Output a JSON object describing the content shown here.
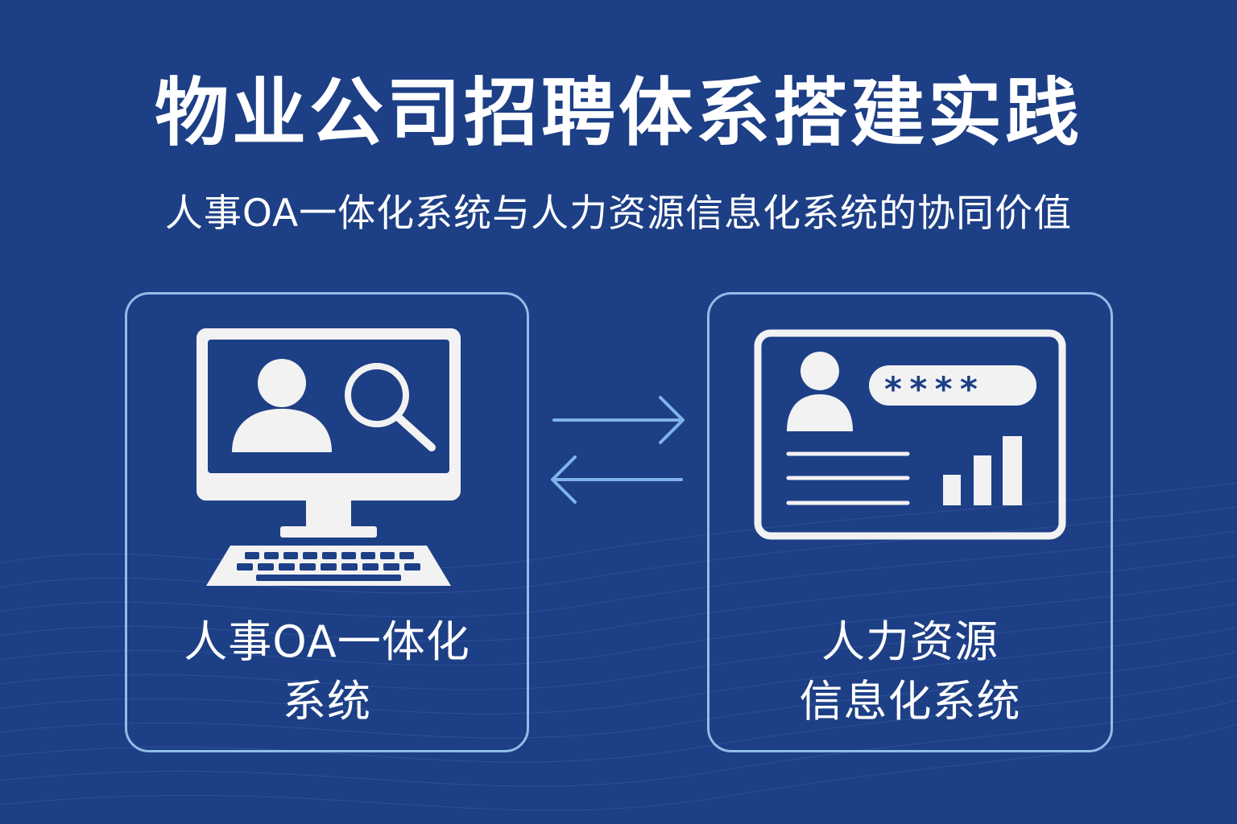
{
  "header": {
    "title": "物业公司招聘体系搭建实践",
    "subtitle": "人事OA一体化系统与人力资源信息化系统的协同价值"
  },
  "left_panel": {
    "label_line1": "人事OA一体化",
    "label_line2": "系统",
    "icon": "computer-user-search-icon"
  },
  "right_panel": {
    "label_line1": "人力资源",
    "label_line2": "信息化系统",
    "icon": "id-card-password-chart-icon",
    "password_mask": "****"
  },
  "connector": {
    "icons": [
      "arrow-right-icon",
      "arrow-left-icon"
    ]
  },
  "colors": {
    "background": "#1d3f86",
    "panel_border": "#8fbde8",
    "arrow": "#7fb3ea",
    "icon_fill": "#f2f2f2",
    "text": "#ffffff"
  }
}
